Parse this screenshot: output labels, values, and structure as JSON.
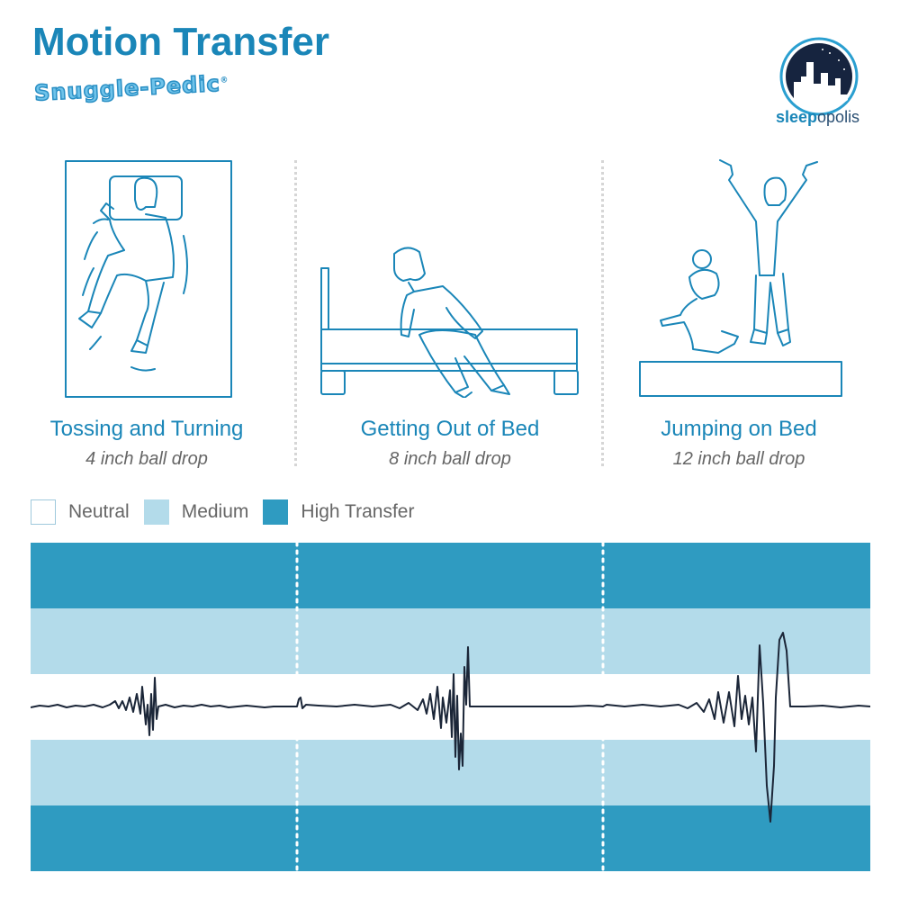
{
  "header": {
    "title": "Motion Transfer",
    "brand": "Snuggle-Pedic",
    "brand_mark": "®",
    "logo": {
      "name_bold": "sleep",
      "name_rest": "opolis"
    }
  },
  "scenes": [
    {
      "title": "Tossing and Turning",
      "subtitle": "4 inch ball drop",
      "icon": "person-tossing-in-bed-icon"
    },
    {
      "title": "Getting Out of Bed",
      "subtitle": "8 inch ball drop",
      "icon": "person-getting-out-of-bed-icon"
    },
    {
      "title": "Jumping on Bed",
      "subtitle": "12 inch ball drop",
      "icon": "kids-jumping-on-bed-icon"
    }
  ],
  "legend": [
    {
      "label": "Neutral",
      "color": "#ffffff"
    },
    {
      "label": "Medium",
      "color": "#b3dbea"
    },
    {
      "label": "High Transfer",
      "color": "#2f9bc1"
    }
  ],
  "colors": {
    "accent": "#1a86b8",
    "high": "#2f9bc1",
    "medium": "#b3dbea",
    "neutral": "#ffffff",
    "trace": "#1b2638"
  },
  "chart_data": {
    "type": "line",
    "title": "Motion Transfer",
    "xlabel": "",
    "ylabel": "",
    "bands": [
      {
        "zone": "High Transfer",
        "range": "top"
      },
      {
        "zone": "Medium",
        "range": "upper"
      },
      {
        "zone": "Neutral",
        "range": "center"
      },
      {
        "zone": "Medium",
        "range": "lower"
      },
      {
        "zone": "High Transfer",
        "range": "bottom"
      }
    ],
    "ylim": [
      -2.5,
      2.5
    ],
    "series": [
      {
        "name": "Tossing and Turning (4 inch ball drop)",
        "peak_positive": 0.45,
        "peak_negative": -0.5,
        "max_zone": "Neutral"
      },
      {
        "name": "Getting Out of Bed (8 inch ball drop)",
        "peak_positive": 0.85,
        "peak_negative": -1.1,
        "max_zone": "Medium"
      },
      {
        "name": "Jumping on Bed (12 inch ball drop)",
        "peak_positive": 1.2,
        "peak_negative": -1.85,
        "max_zone": "High Transfer"
      }
    ],
    "legend_position": "top-left",
    "grid": false
  }
}
